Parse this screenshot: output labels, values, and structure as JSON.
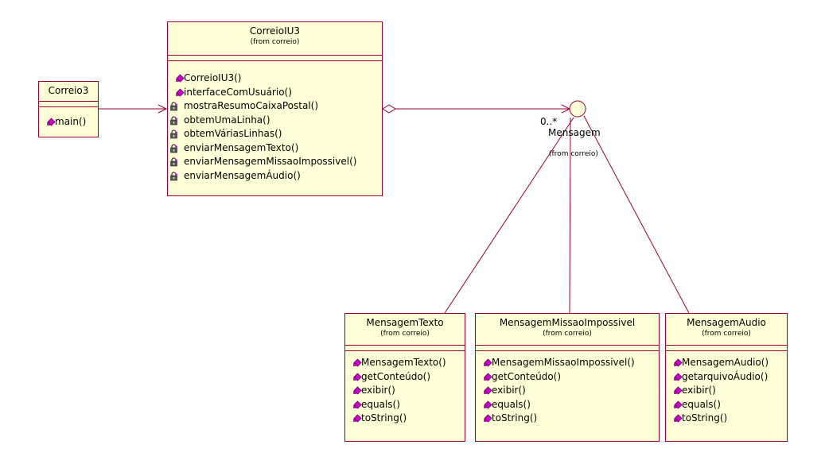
{
  "classes": {
    "correio3": {
      "name": "Correio3",
      "ops": [
        {
          "label": "main()",
          "icon": "public-operation-icon"
        }
      ]
    },
    "correioIU3": {
      "name": "CorreioIU3",
      "pkg": "(from correio)",
      "ops": [
        {
          "label": "CorreioIU3()",
          "icon": "public-operation-icon"
        },
        {
          "label": "interfaceComUsuário()",
          "icon": "public-operation-icon"
        },
        {
          "label": "mostraResumoCaixaPostal()",
          "icon": "private-operation-icon"
        },
        {
          "label": "obtemUmaLinha()",
          "icon": "private-operation-icon"
        },
        {
          "label": "obtemVáriasLinhas()",
          "icon": "private-operation-icon"
        },
        {
          "label": "enviarMensagemTexto()",
          "icon": "private-operation-icon"
        },
        {
          "label": "enviarMensagemMissaoImpossivel()",
          "icon": "private-operation-icon"
        },
        {
          "label": "enviarMensagemÁudio()",
          "icon": "private-operation-icon"
        }
      ]
    },
    "mensagemTexto": {
      "name": "MensagemTexto",
      "pkg": "(from correio)",
      "ops": [
        {
          "label": "MensagemTexto()",
          "icon": "public-operation-icon"
        },
        {
          "label": "getConteúdo()",
          "icon": "public-operation-icon"
        },
        {
          "label": "exibir()",
          "icon": "public-operation-icon"
        },
        {
          "label": "equals()",
          "icon": "public-operation-icon"
        },
        {
          "label": "toString()",
          "icon": "public-operation-icon"
        }
      ]
    },
    "mensagemMissaoImpossivel": {
      "name": "MensagemMissaoImpossivel",
      "pkg": "(from correio)",
      "ops": [
        {
          "label": "MensagemMissaoImpossivel()",
          "icon": "public-operation-icon"
        },
        {
          "label": "getConteúdo()",
          "icon": "public-operation-icon"
        },
        {
          "label": "exibir()",
          "icon": "public-operation-icon"
        },
        {
          "label": "equals()",
          "icon": "public-operation-icon"
        },
        {
          "label": "toString()",
          "icon": "public-operation-icon"
        }
      ]
    },
    "mensagemAudio": {
      "name": "MensagemAudio",
      "pkg": "(from correio)",
      "ops": [
        {
          "label": "MensagemAudio()",
          "icon": "public-operation-icon"
        },
        {
          "label": "getarquivoÁudio()",
          "icon": "public-operation-icon"
        },
        {
          "label": "exibir()",
          "icon": "public-operation-icon"
        },
        {
          "label": "equals()",
          "icon": "public-operation-icon"
        },
        {
          "label": "toString()",
          "icon": "public-operation-icon"
        }
      ]
    }
  },
  "interface_mensagem": {
    "name": "Mensagem",
    "pkg": "(from correio)",
    "icon": "interface-lollipop-icon"
  },
  "multiplicity": "0..*",
  "colors": {
    "line": "#990033",
    "fill": "#ffffd7",
    "public_icon": "#cc00cc",
    "lock_icon": "#333333"
  }
}
